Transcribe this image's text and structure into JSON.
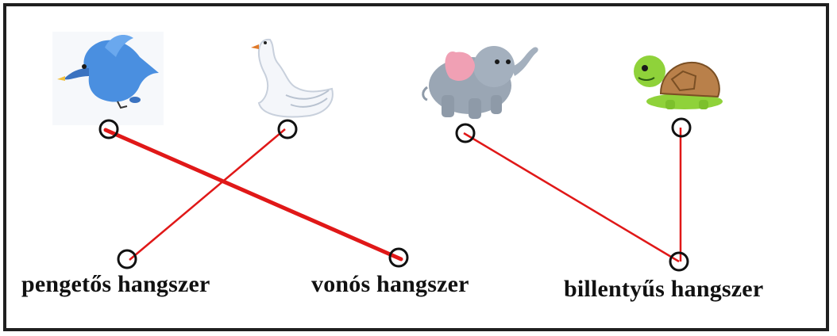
{
  "diagram": {
    "animals": [
      {
        "name": "bird",
        "icon": "bird-icon"
      },
      {
        "name": "swan",
        "icon": "swan-icon"
      },
      {
        "name": "elephant",
        "icon": "elephant-icon"
      },
      {
        "name": "turtle",
        "icon": "turtle-icon"
      }
    ],
    "instrument_labels": [
      "pengetős hangszer",
      "vonós hangszer",
      "billentyűs hangszer"
    ],
    "connections": [
      {
        "animal": "bird",
        "label": "vonós hangszer"
      },
      {
        "animal": "swan",
        "label": "pengetős hangszer"
      },
      {
        "animal": "elephant",
        "label": "billentyűs hangszer"
      },
      {
        "animal": "turtle",
        "label": "billentyűs hangszer"
      }
    ],
    "colors": {
      "line": "#e01818",
      "circle": "#111111",
      "border": "#1f1f1f",
      "bird": "#4a8fe0",
      "swan": "#f4f6fa",
      "elephant": "#9aa6b4",
      "elephant_ear": "#f0a0b4",
      "turtle_body": "#8fd23a",
      "turtle_shell": "#b9804a"
    }
  }
}
